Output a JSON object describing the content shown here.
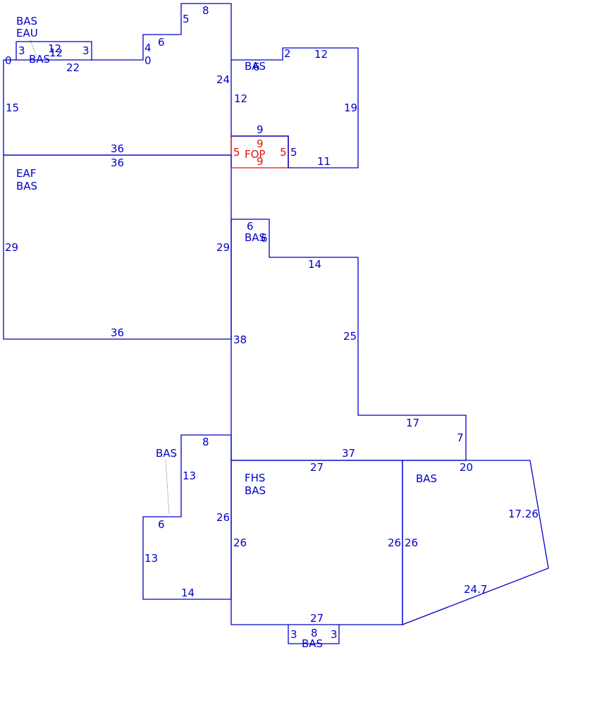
{
  "colors": {
    "line": "#0000c8",
    "highlight": "#e01010",
    "background": "#ffffff",
    "leader": "#6a6a6a"
  },
  "labels": {
    "a1": "BAS",
    "a2": "EAU",
    "a3": "BAS",
    "a4": "BAS",
    "a5": "FOP",
    "a6": "EAF",
    "a7": "BAS",
    "a8": "BAS",
    "a9": "BAS",
    "a10": "FHS",
    "a11": "BAS",
    "a12": "BAS",
    "a13": "BAS"
  },
  "dims": {
    "d_top_8": "8",
    "d_top_5": "5",
    "d_top_6": "6",
    "d_top_4": "4",
    "d_top_0r": "0",
    "d_eau_3a": "3",
    "d_eau_12a": "12",
    "d_eau_12b": "12",
    "d_eau_3b": "3",
    "d_0l": "0",
    "d_22": "22",
    "d_15": "15",
    "d_24": "24",
    "d_36_top": "36",
    "d_ne_2": "2",
    "d_ne_12": "12",
    "d_ne_6": "6",
    "d_ne_12v": "12",
    "d_ne_19": "19",
    "d_ne_9": "9",
    "d_ne_5": "5",
    "d_ne_11": "11",
    "f_9a": "9",
    "f_5l": "5",
    "f_5r": "5",
    "f_9b": "9",
    "d_36_mid": "36",
    "d_29l": "29",
    "d_29r": "29",
    "d_36_bot": "36",
    "d_c_6a": "6",
    "d_c_6b": "6",
    "d_c_14": "14",
    "d_c_25": "25",
    "d_c_38": "38",
    "d_c_17": "17",
    "d_c_7": "7",
    "d_c_37": "37",
    "d_w_8": "8",
    "d_w_13a": "13",
    "d_w_26": "26",
    "d_w_6": "6",
    "d_w_13b": "13",
    "d_w_14": "14",
    "d_m_27a": "27",
    "d_m_26l": "26",
    "d_m_26r": "26",
    "d_m_27b": "27",
    "d_e_20": "20",
    "d_e_26": "26",
    "d_e_1726": "17.26",
    "d_e_247": "24.7",
    "d_s_3a": "3",
    "d_s_8": "8",
    "d_s_3b": "3"
  }
}
